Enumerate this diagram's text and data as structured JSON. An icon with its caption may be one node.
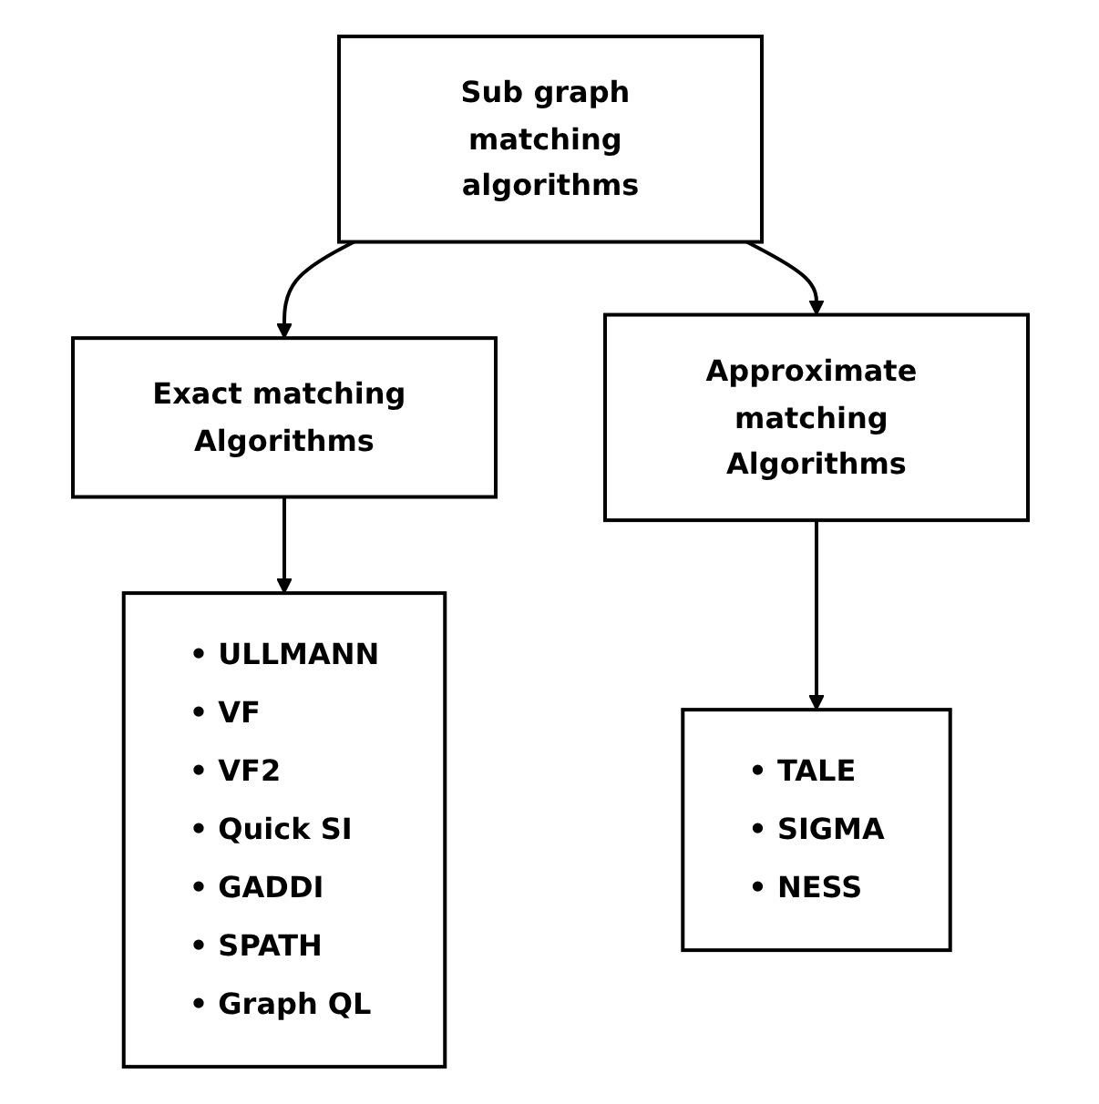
{
  "diagram": {
    "nodes": [
      {
        "text": [
          "Sub graph matching algorithms"
        ]
      },
      {
        "text": [
          "Exact matching Algorithms"
        ]
      },
      {
        "text": [
          "Approximate matching Algorithms"
        ]
      },
      {
        "text": [
          "• ULLMANN",
          "• VF",
          "• VF2",
          "• Quick SI",
          "• GADDI",
          "• SPATH",
          "• Graph QL"
        ]
      },
      {
        "text": [
          "• TALE",
          "• SIGMA",
          "• NESS"
        ]
      }
    ],
    "edges": [
      {
        "from": 0,
        "to": 1,
        "arrow": "to"
      },
      {
        "from": 0,
        "to": 2,
        "arrow": "to"
      },
      {
        "from": 1,
        "to": 3,
        "arrow": "to"
      },
      {
        "from": 2,
        "to": 4,
        "arrow": "to"
      }
    ]
  }
}
